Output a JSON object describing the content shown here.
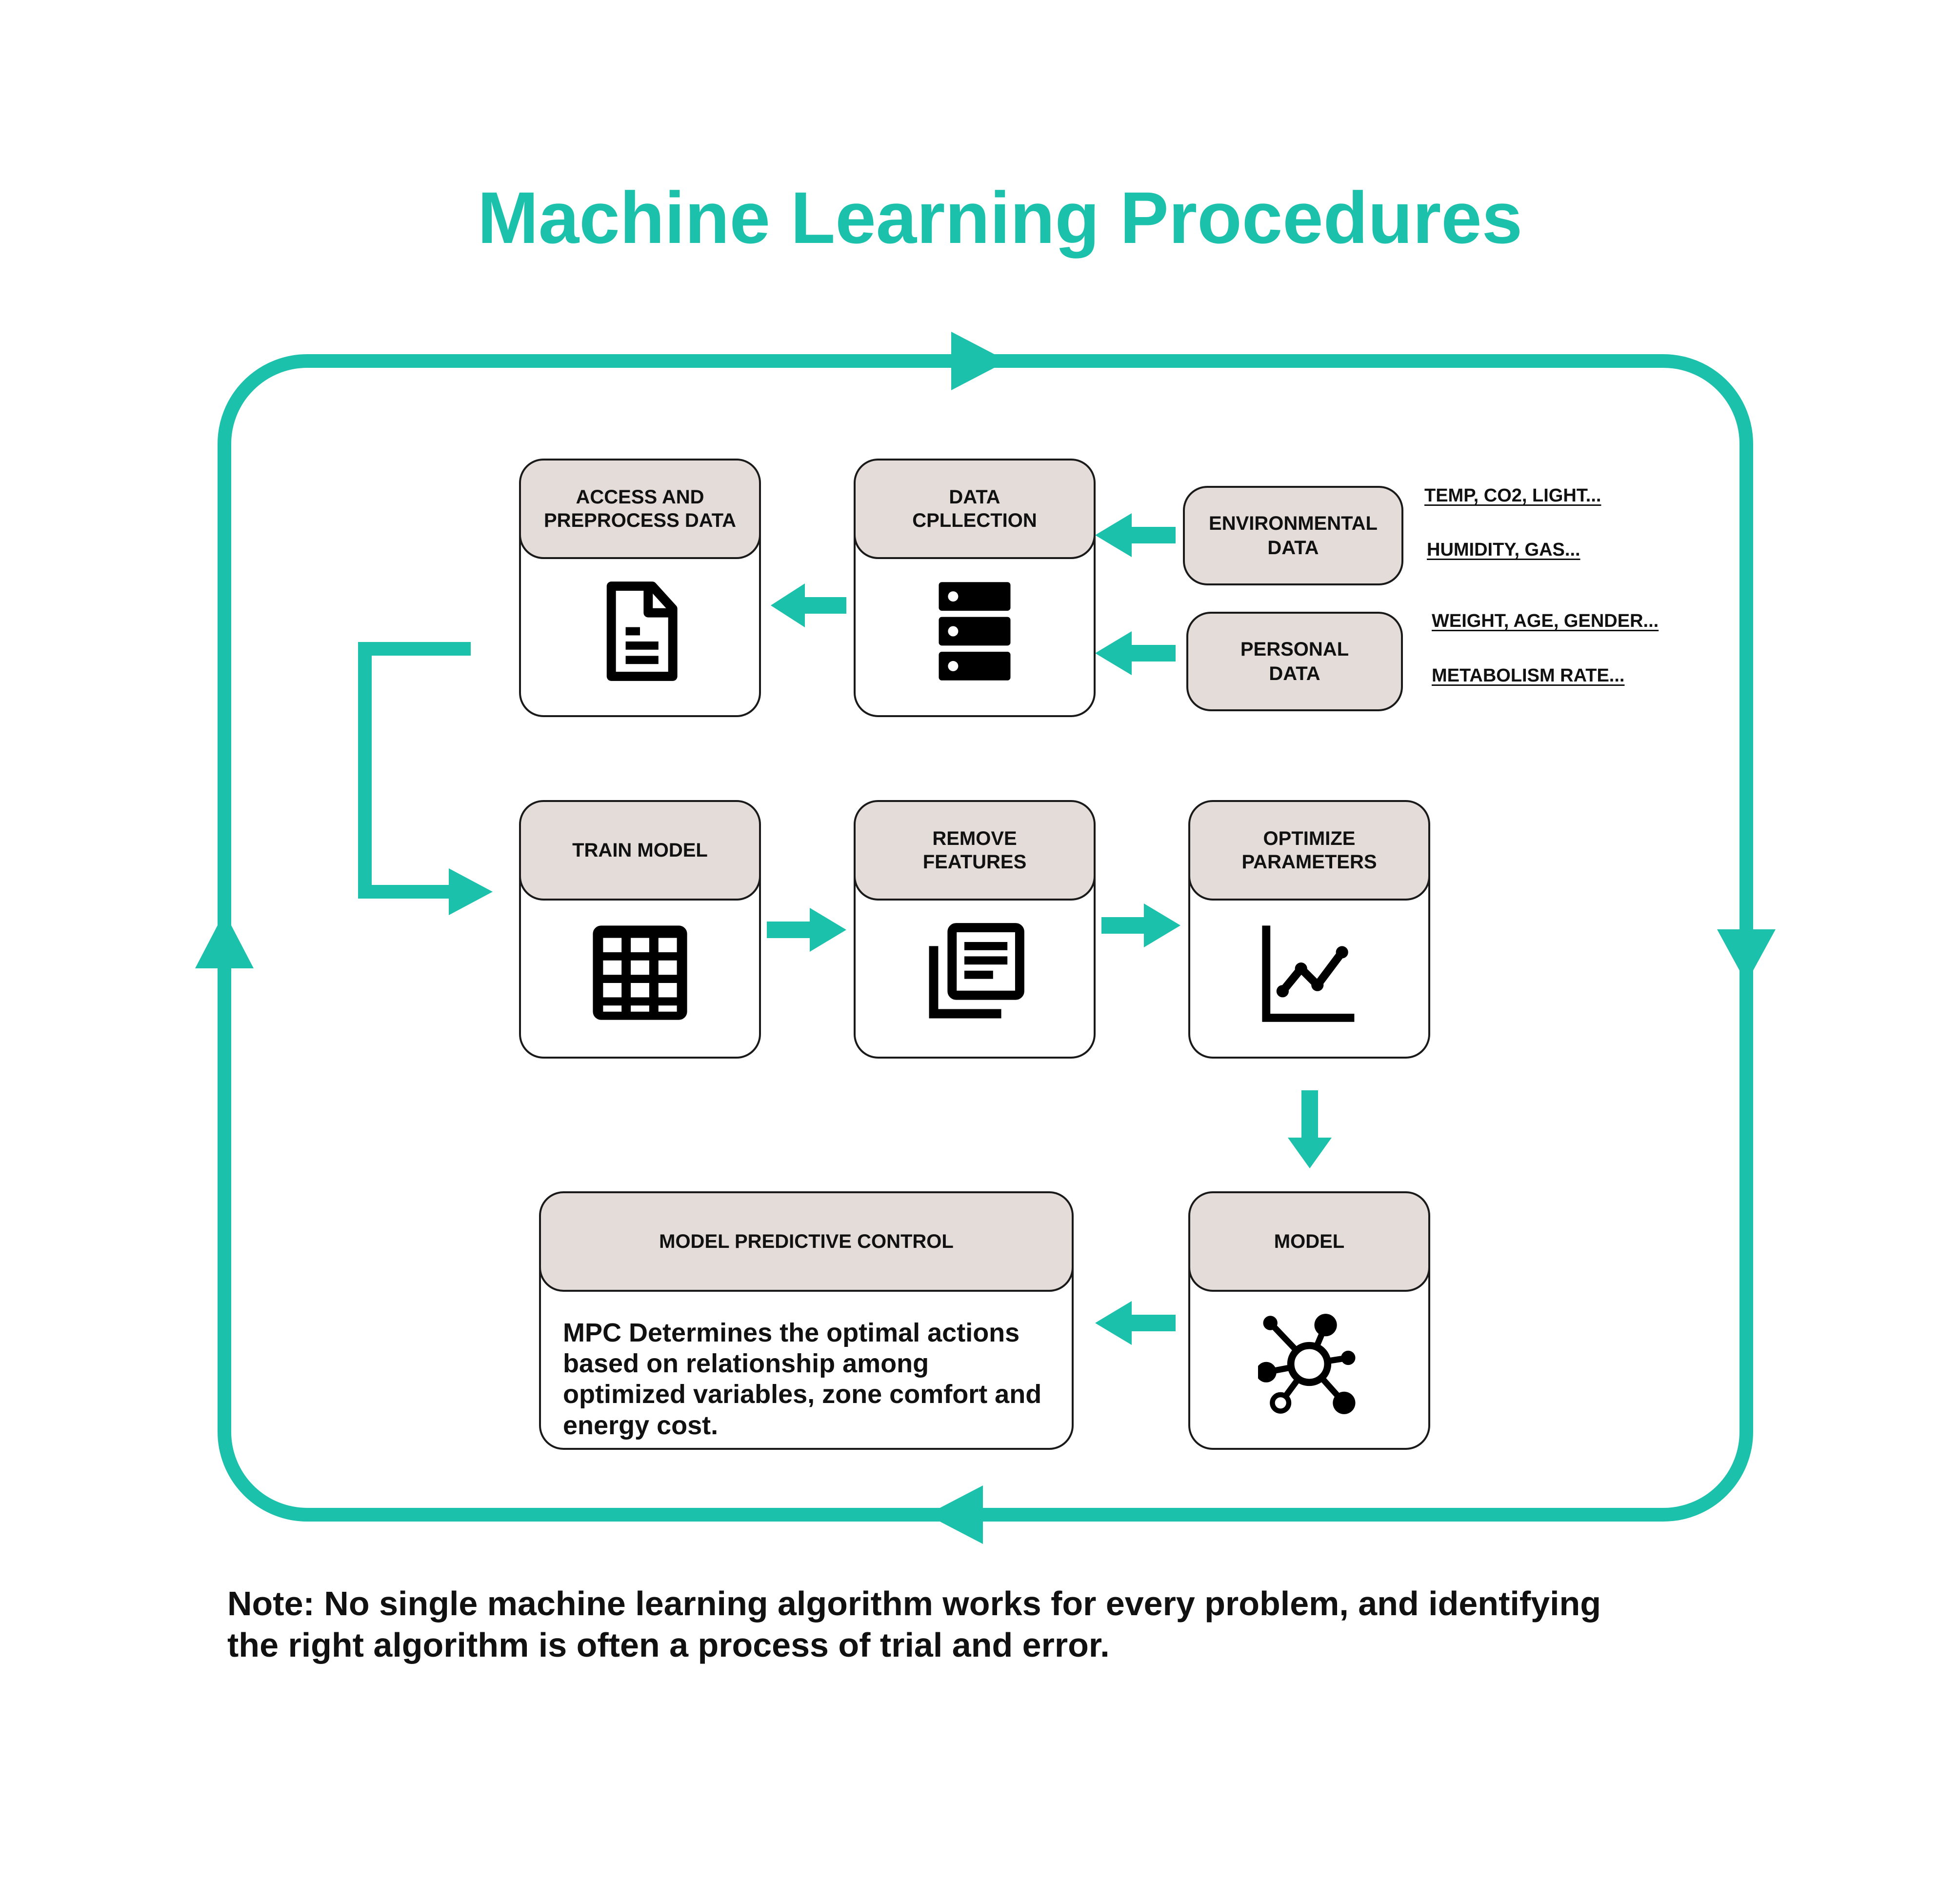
{
  "title": "Machine Learning Procedures",
  "colors": {
    "accent": "#1cc1ac",
    "card_header": "#e4dcd8",
    "outline": "#1a1a1a",
    "text": "#111111"
  },
  "cards": {
    "access": {
      "title": "ACCESS AND\nPREPROCESS DATA",
      "icon": "document-icon"
    },
    "collection": {
      "title": "DATA\nCPLLECTION",
      "icon": "server-icon"
    },
    "train": {
      "title": "TRAIN MODEL",
      "icon": "table-icon"
    },
    "remove": {
      "title": "REMOVE\nFEATURES",
      "icon": "article-stack-icon"
    },
    "optimize": {
      "title": "OPTIMIZE\nPARAMETERS",
      "icon": "line-chart-icon"
    },
    "mpc": {
      "title": "MODEL PREDICTIVE CONTROL",
      "description": "MPC Determines the optimal actions based on relationship among optimized variables, zone comfort and energy cost."
    },
    "model": {
      "title": "MODEL",
      "icon": "network-hub-icon"
    }
  },
  "sources": {
    "environmental": {
      "label": "ENVIRONMENTAL\nDATA",
      "tags": [
        "TEMP, CO2, LIGHT...",
        "HUMIDITY, GAS..."
      ]
    },
    "personal": {
      "label": "PERSONAL\nDATA",
      "tags": [
        "WEIGHT, AGE, GENDER...",
        "METABOLISM RATE..."
      ]
    }
  },
  "note": "Note: No single machine learning algorithm works for every problem, and identifying the right algorithm is often a process of trial and error."
}
